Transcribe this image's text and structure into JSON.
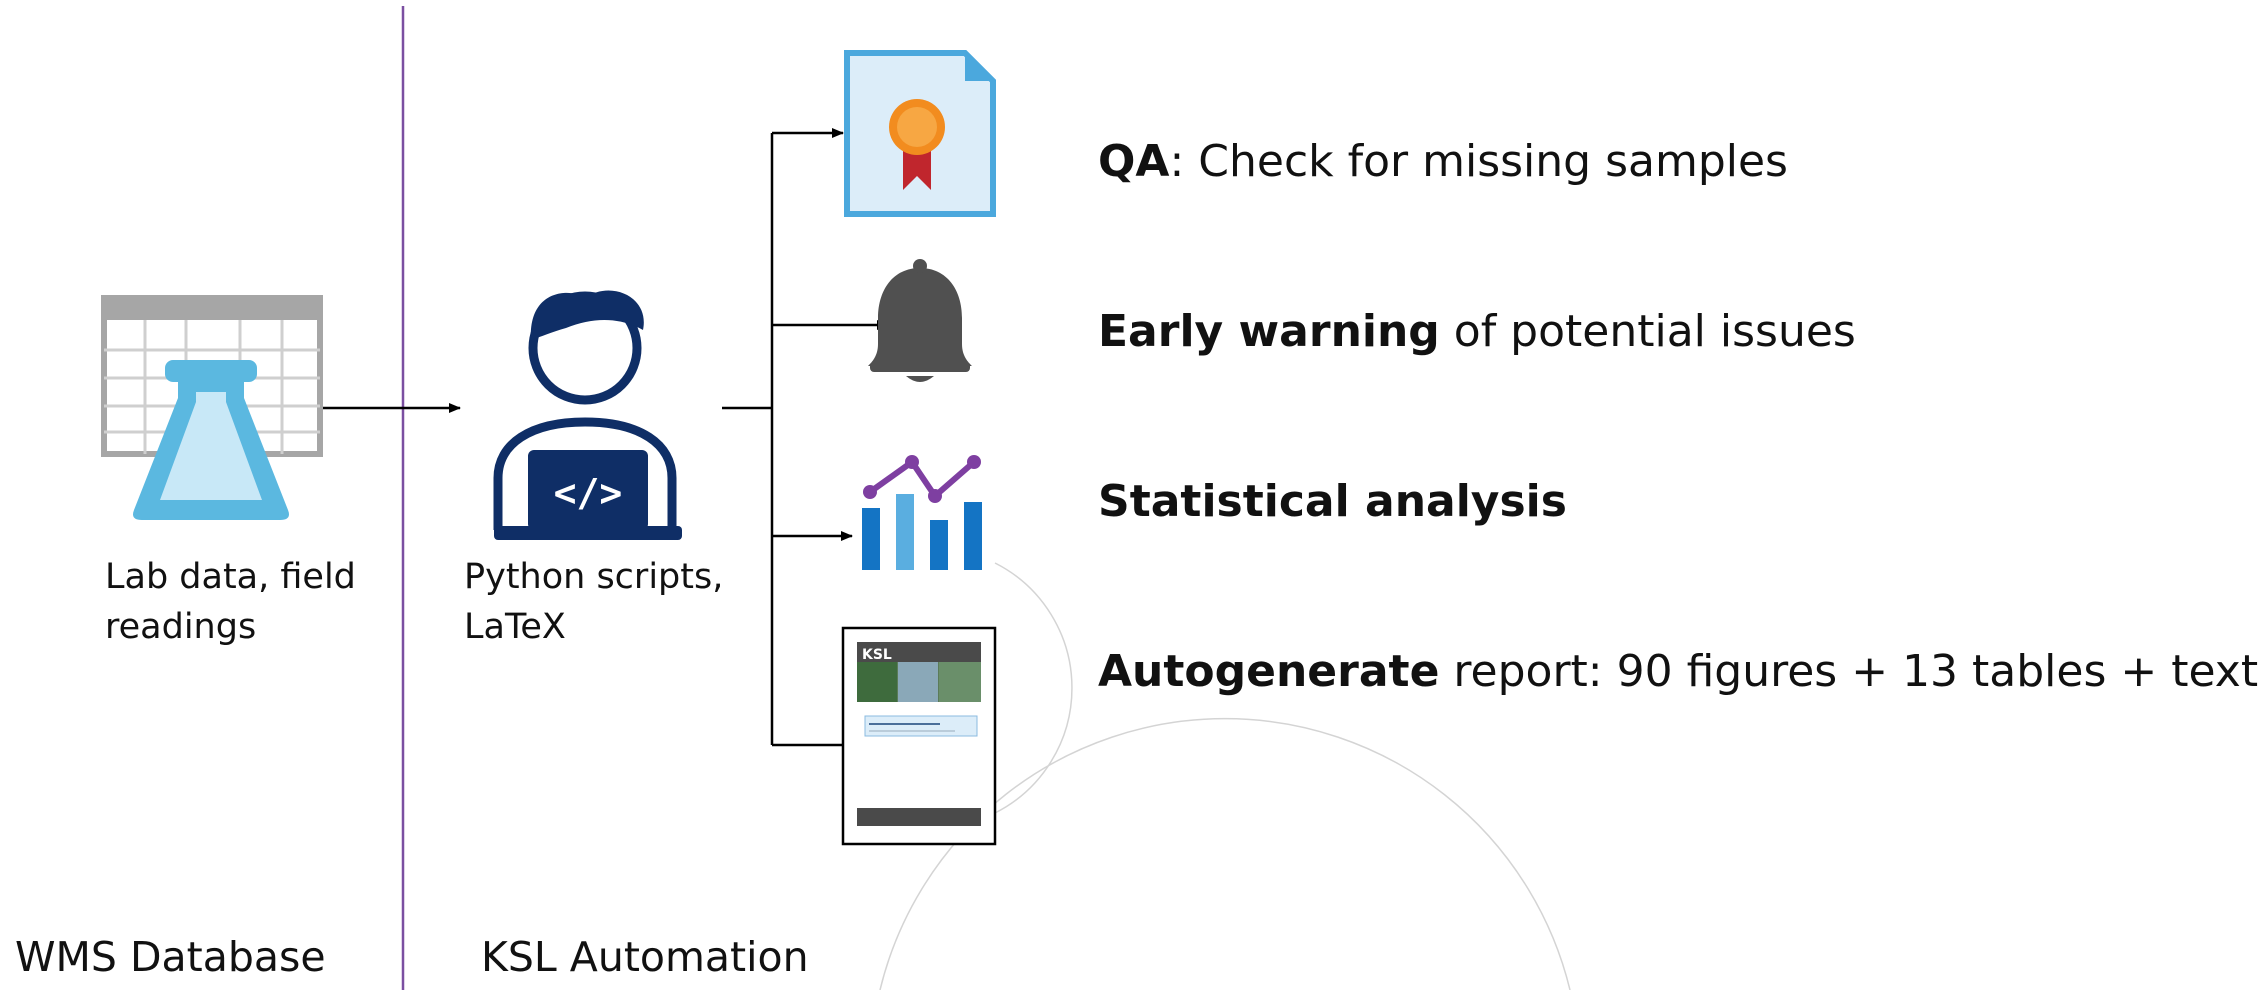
{
  "sections": {
    "left": "WMS Database",
    "right": "KSL Automation"
  },
  "nodes": {
    "source": {
      "icon": "lab-flask-table-icon",
      "line1": "Lab data, field",
      "line2": "readings"
    },
    "processor": {
      "icon": "developer-laptop-icon",
      "line1": "Python scripts,",
      "line2": "LaTeX"
    }
  },
  "outputs": [
    {
      "icon": "certificate-ribbon-icon",
      "bold": "QA",
      "rest": ": Check for missing samples"
    },
    {
      "icon": "bell-icon",
      "bold": "Early warning",
      "rest": " of potential issues"
    },
    {
      "icon": "bar-line-chart-icon",
      "bold": "Statistical analysis",
      "rest": ""
    },
    {
      "icon": "report-document-icon",
      "bold": "Autogenerate",
      "rest": " report: 90 figures + 13 tables + text"
    }
  ],
  "colors": {
    "divider": "#7b4fa1",
    "lab_flask": "#5bb8e0",
    "table_grid": "#a6a6a6",
    "person_navy": "#0f2e66",
    "certificate_bg": "#dcedf9",
    "certificate_border": "#4ba8dd",
    "ribbon_red": "#c0262d",
    "medal_orange": "#f28c1f",
    "bell_gray": "#505050",
    "chart_blue": "#1474c4",
    "chart_light_blue": "#5aaee0",
    "chart_purple": "#7e3fa1"
  }
}
